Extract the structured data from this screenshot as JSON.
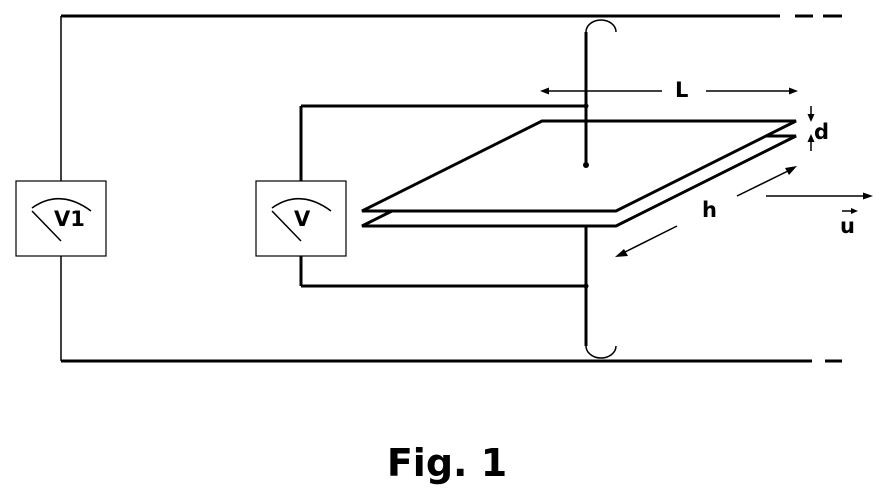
{
  "figure": {
    "caption": "Fig. 1",
    "line_color": "#000000",
    "background": "#ffffff"
  },
  "meters": [
    {
      "id": "outer",
      "label": "V1"
    },
    {
      "id": "inner",
      "label": "V"
    }
  ],
  "dimensions": {
    "length_label": "L",
    "gap_label": "d",
    "width_label": "h",
    "velocity_label": "u",
    "velocity_vector_mark": "→"
  }
}
